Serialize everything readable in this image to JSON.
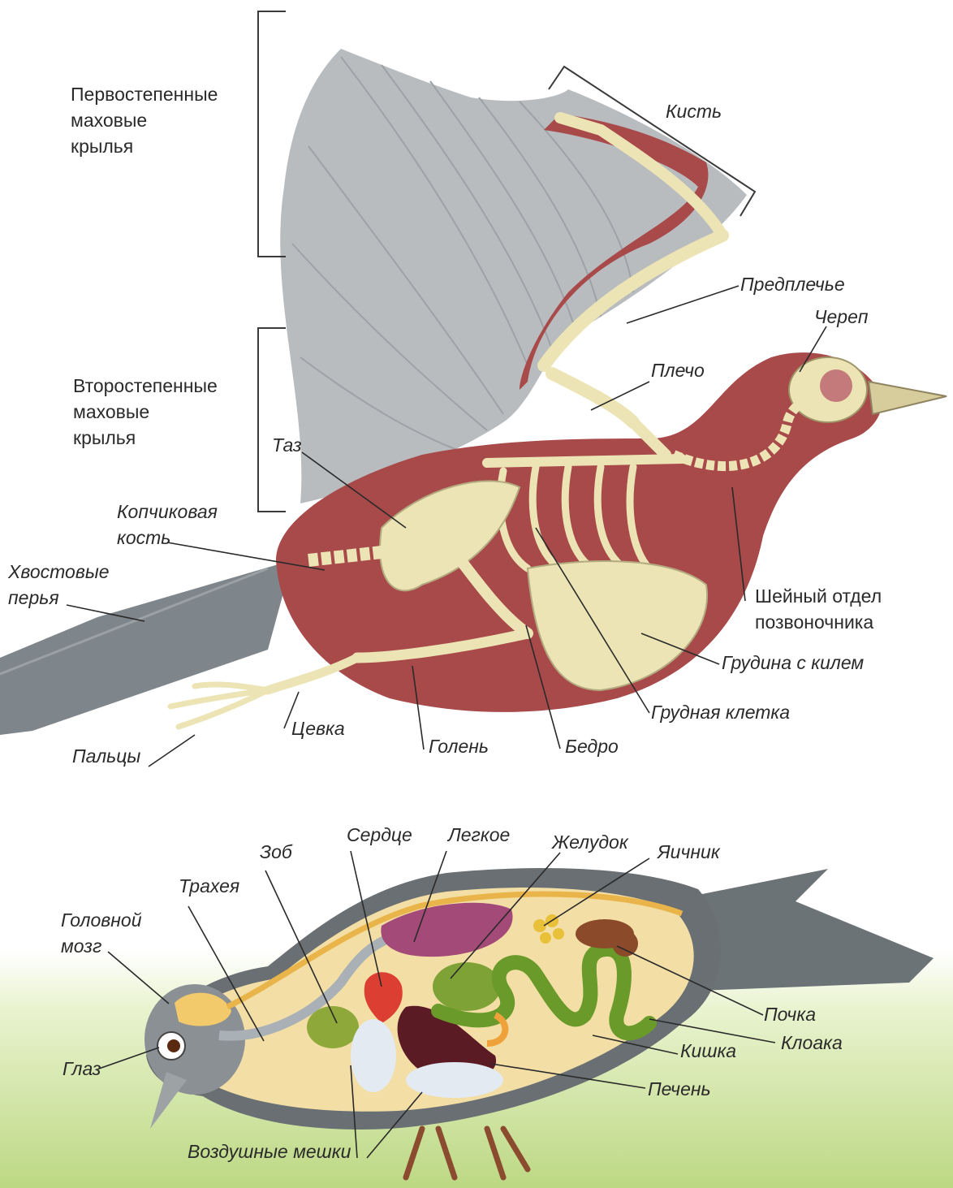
{
  "skeleton": {
    "primary_feathers": [
      "Первостепенные",
      "маховые",
      "крылья"
    ],
    "secondary_feathers": [
      "Второстепенные",
      "маховые",
      "крылья"
    ],
    "hand": "Кисть",
    "forearm": "Предплечье",
    "skull": "Череп",
    "shoulder": "Плечо",
    "pelvis": "Таз",
    "coccyx": [
      "Копчиковая",
      "кость"
    ],
    "tail_feathers": [
      "Хвостовые",
      "перья"
    ],
    "cervical_spine": [
      "Шейный отдел",
      "позвоночника"
    ],
    "sternum": "Грудина с килем",
    "ribcage": "Грудная клетка",
    "tarsus": "Цевка",
    "toes": "Пальцы",
    "shin": "Голень",
    "thigh": "Бедро"
  },
  "organs": {
    "goiter": "Зоб",
    "heart": "Сердце",
    "lung": "Легкое",
    "stomach": "Желудок",
    "ovary": "Яичник",
    "trachea": "Трахея",
    "brain": [
      "Головной",
      "мозг"
    ],
    "eye": "Глаз",
    "kidney": "Почка",
    "cloaca": "Клоака",
    "intestine": "Кишка",
    "liver": "Печень",
    "air_sacs": "Воздушные мешки"
  },
  "colors": {
    "body_red": "#a8494a",
    "bone": "#ece4b4",
    "feather": "#b9bcbf",
    "body_fill": "#f3dfa6",
    "grass": "#c4de8a"
  }
}
